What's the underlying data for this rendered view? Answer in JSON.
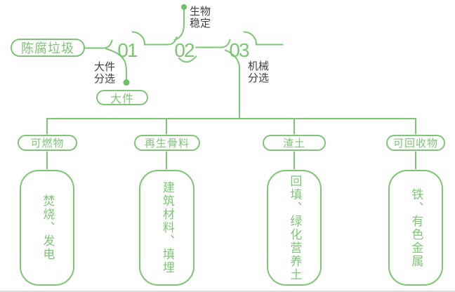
{
  "colors": {
    "accent_green": "#7cc674",
    "dot_green": "#6fbf67",
    "label_dark": "#3e3e3e",
    "divider_gray": "#dcdcdc"
  },
  "root": {
    "label": "陈腐垃圾"
  },
  "stages": [
    {
      "number": "01",
      "process_label": "大件分选",
      "output_label": "大件"
    },
    {
      "number": "02",
      "process_label": "生物稳定"
    },
    {
      "number": "03",
      "process_label": "机械分选"
    }
  ],
  "outputs": [
    {
      "category": "可燃物",
      "detail": "焚烧、发电"
    },
    {
      "category": "再生骨料",
      "detail": "建筑材料、填埋"
    },
    {
      "category": "渣土",
      "detail": "回填、绿化营养土"
    },
    {
      "category": "可回收物",
      "detail": "铁、有色金属"
    }
  ]
}
